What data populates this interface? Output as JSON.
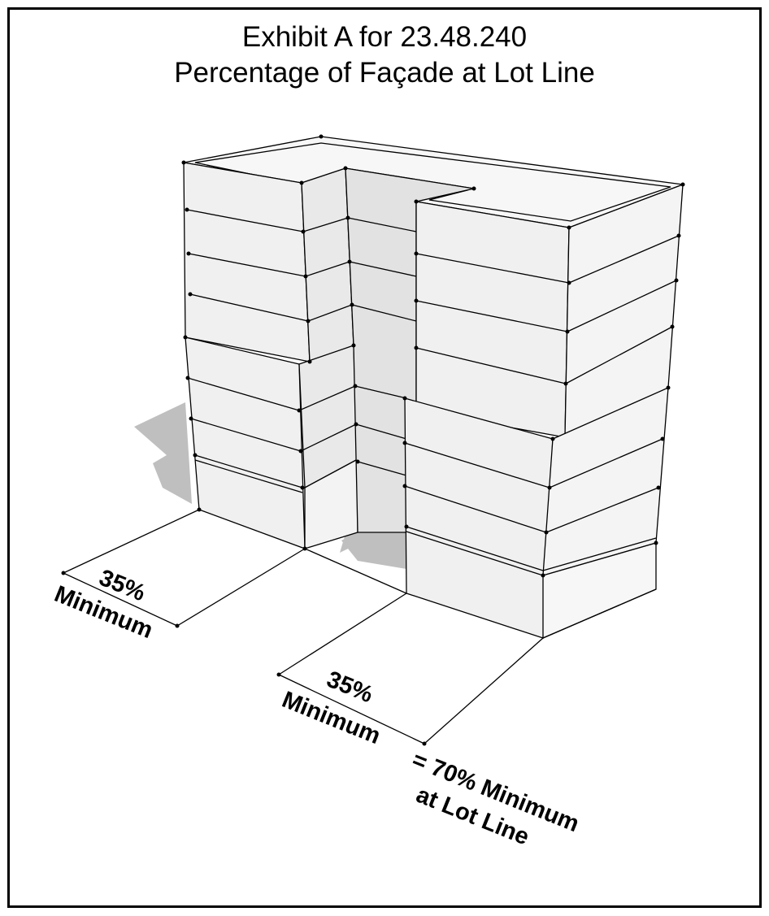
{
  "title": {
    "line1": "Exhibit A for 23.48.240",
    "line2": "Percentage of Façade at Lot Line"
  },
  "labels": {
    "left_percent": "35%",
    "left_minimum": "Minimum",
    "right_percent": "35%",
    "right_minimum": "Minimum",
    "total_line1": "= 70% Minimum",
    "total_line2": "at Lot Line"
  },
  "colors": {
    "face_light": "#f2f2f2",
    "face_shade": "#e6e6e6",
    "shadow": "#bfbfbf",
    "line": "#000000"
  }
}
